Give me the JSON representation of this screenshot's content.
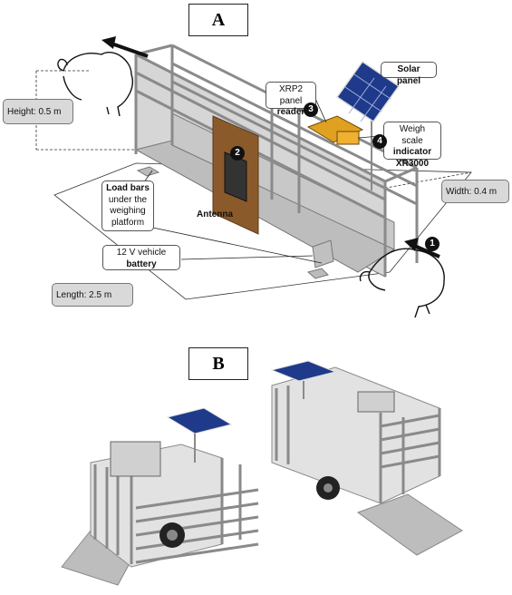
{
  "panel_a": {
    "letter": "A",
    "labels": {
      "height": "Height: 0.5 m",
      "width": "Width: 0.4 m",
      "length": "Length: 2.5 m",
      "solar_panel": "Solar panel",
      "xrp2_line1": "XRP2",
      "xrp2_line2_a": "panel ",
      "xrp2_line2_b": "reader",
      "weigh_line1": "Weigh scale",
      "weigh_line2": "indicator",
      "weigh_line3": "XR3000",
      "load_line1": "Load bars",
      "load_line2": "under the",
      "load_line3": "weighing",
      "load_line4": "platform",
      "antenna": "Antenna",
      "battery_line1": "12 V vehicle",
      "battery_line2": "battery"
    },
    "markers": [
      "1",
      "2",
      "3",
      "4"
    ]
  },
  "panel_b": {
    "letter": "B"
  },
  "colors": {
    "frame": "#8a8a8a",
    "panel_fill": "#c8c8c8",
    "antenna_board": "#8b5a2b",
    "solar": "#1f3a8a",
    "reader": "#e0a020"
  }
}
